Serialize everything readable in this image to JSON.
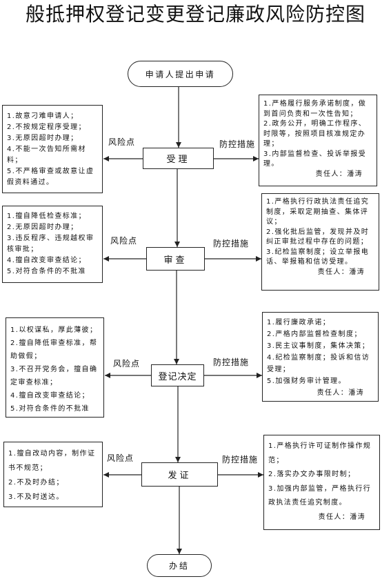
{
  "title": "般抵押权登记变更登记廉政风险防控图",
  "start": "申请人提出申请",
  "end": "办结",
  "labels": {
    "risk": "风险点",
    "control": "防控措施"
  },
  "steps": [
    {
      "name": "受理",
      "risks": [
        "1.故意刁难申请人；",
        "2.不按规定程序受理；",
        "3.无原因超时办理；",
        "4.不能一次告知所需材料；",
        "5.不严格审查或故意让虚假资料通过。"
      ],
      "controls": [
        "1.严格履行服务承诺制度，做到首问负责和一次性告知；",
        "2.政务公开，明确工作程序、时限等，按照项目核准规定办理；",
        "3.内部监督检查、投诉举报受理。"
      ],
      "owner": "责任人：潘涛"
    },
    {
      "name": "审查",
      "risks": [
        "1.擅自降低检查标准；",
        "2.无原因超时办理；",
        "3.违反程序、违规越权审核审批；",
        "4.擅自改变审查结论；",
        "5.对符合条件的不批准"
      ],
      "controls": [
        "1.严格执行行政执法责任追究制度，采取定期抽查、集体评议；",
        "2.强化批后监管，发现并及时纠正审批过程中存在的问题；",
        "3.纪检监察制度；设立举报电话、举报箱和信访受理。"
      ],
      "owner": "责任人：潘涛"
    },
    {
      "name": "登记决定",
      "risks": [
        "1.以权谋私，厚此薄彼；",
        "2.擅自降低审查标准，帮助做假；",
        "3.不召开党务会，擅自确定审查标准；",
        "4.擅自改变审查结论；",
        "5.对符合条件的不批准"
      ],
      "controls": [
        "1.履行廉政承诺；",
        "2.严格内部监督检查制度；",
        "3.民主议事制度，集体决策；",
        "4.纪检监察制度；投诉和信访受理；",
        "5.加强财务审计管理。"
      ],
      "owner": "责任人：潘涛"
    },
    {
      "name": "发证",
      "risks": [
        "1.擅自改动内容，制作证书不规范；",
        "2.不及时办结；",
        "3.不及时送达。"
      ],
      "controls": [
        "1.严格执行许可证制作操作规范；",
        "2.落实办文办事限时制；",
        "3.加强内部监管，严格执行行政执法责任追究制度。"
      ],
      "owner": "责任人：潘涛"
    }
  ]
}
